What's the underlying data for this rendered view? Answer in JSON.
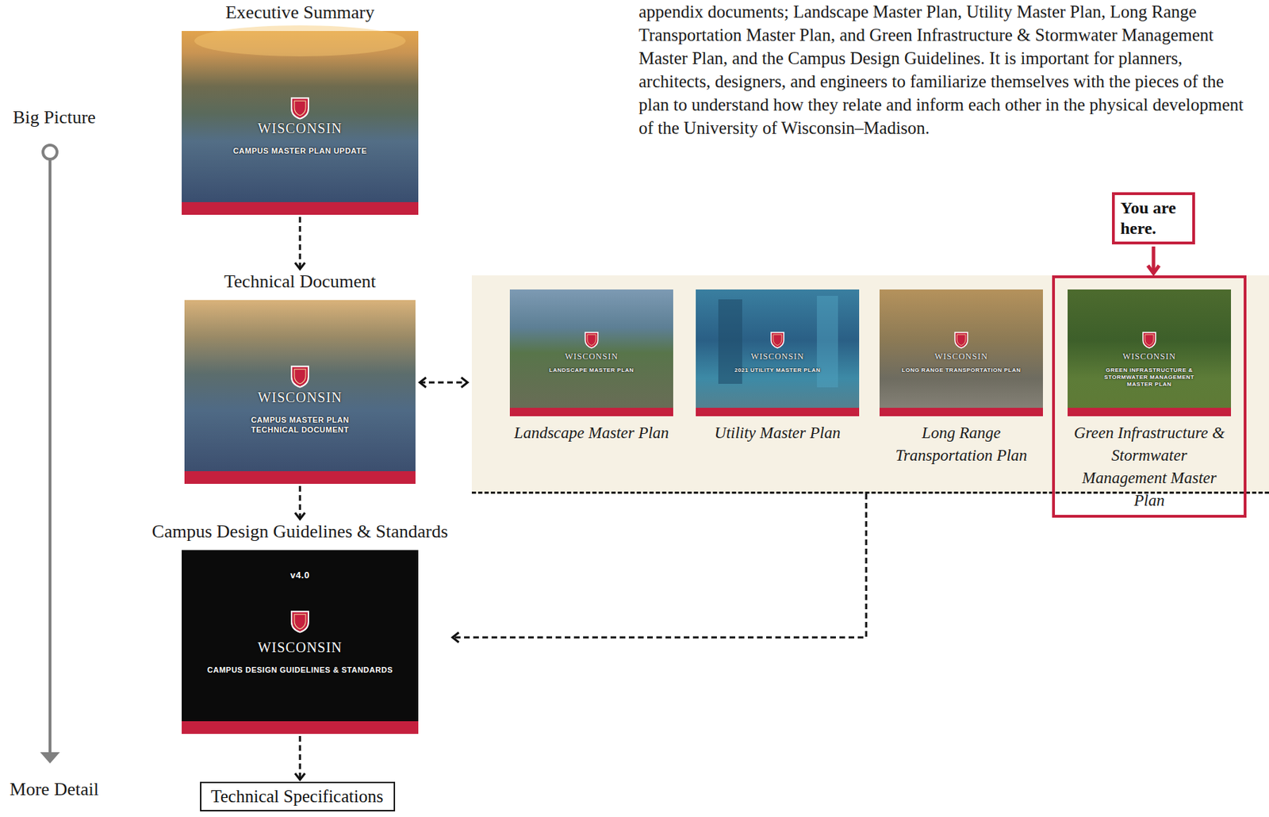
{
  "diagram": {
    "nodes": [
      {
        "text": [
          "Executive Summary",
          "WISCONSIN",
          "CAMPUS MASTER PLAN UPDATE"
        ]
      },
      {
        "text": [
          "Technical Document",
          "WISCONSIN",
          "CAMPUS MASTER PLAN TECHNICAL DOCUMENT"
        ]
      },
      {
        "text": [
          "Campus Design Guidelines & Standards",
          "v4.0",
          "WISCONSIN",
          "CAMPUS DESIGN GUIDELINES & STANDARDS"
        ]
      },
      {
        "text": [
          "Technical Specifications"
        ]
      },
      {
        "text": []
      },
      {
        "text": [
          "WISCONSIN",
          "LANDSCAPE MASTER PLAN",
          "Landscape Master Plan"
        ],
        "in": 4
      },
      {
        "text": [
          "WISCONSIN",
          "2021 UTILITY MASTER PLAN",
          "Utility Master Plan"
        ],
        "in": 4
      },
      {
        "text": [
          "WISCONSIN",
          "LONG RANGE TRANSPORTATION PLAN",
          "Long Range Transportation Plan"
        ],
        "in": 4
      },
      {
        "text": [
          "WISCONSIN",
          "GREEN INFRASTRUCTURE & STORMWATER MANAGEMENT MASTER PLAN",
          "Green Infrastructure & Stormwater Management Master Plan"
        ],
        "in": 4
      },
      {
        "text": [
          "You are here."
        ]
      }
    ],
    "edges": [
      {
        "from": 0,
        "to": 1,
        "arrow": "to"
      },
      {
        "from": 1,
        "to": 2,
        "arrow": "to"
      },
      {
        "from": 2,
        "to": 3,
        "arrow": "to"
      },
      {
        "from": 1,
        "to": 4,
        "arrow": "both"
      },
      {
        "from": 4,
        "to": 2,
        "arrow": "to"
      },
      {
        "from": 9,
        "to": 8,
        "arrow": "to"
      }
    ],
    "labels": [
      "appendix documents; Landscape Master Plan, Utility Master Plan, Long Range Transportation Master Plan, and Green Infrastructure & Stormwater Management Master Plan, and the Campus Design Guidelines. It is important for planners, architects, designers, and engineers to familiarize themselves with the pieces of the plan to understand how they relate and inform each other in the physical development of the University of Wisconsin–Madison.",
      "Big Picture",
      "More Detail"
    ]
  }
}
